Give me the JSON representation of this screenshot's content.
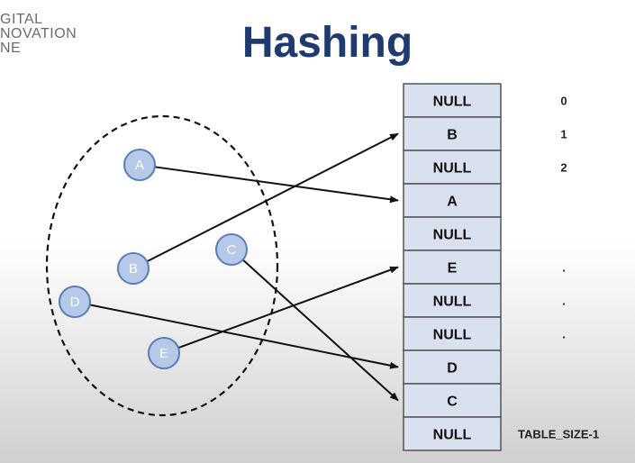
{
  "brand": {
    "line1": "GITAL",
    "line2": "NOVATION",
    "line3": "NE"
  },
  "title": "Hashing",
  "nodes": [
    {
      "id": "A",
      "label": "A"
    },
    {
      "id": "B",
      "label": "B"
    },
    {
      "id": "C",
      "label": "C"
    },
    {
      "id": "D",
      "label": "D"
    },
    {
      "id": "E",
      "label": "E"
    }
  ],
  "table": [
    {
      "slot": 0,
      "value": "NULL"
    },
    {
      "slot": 1,
      "value": "B"
    },
    {
      "slot": 2,
      "value": "NULL"
    },
    {
      "slot": 3,
      "value": "A"
    },
    {
      "slot": 4,
      "value": "NULL"
    },
    {
      "slot": 5,
      "value": "E"
    },
    {
      "slot": 6,
      "value": "NULL"
    },
    {
      "slot": 7,
      "value": "NULL"
    },
    {
      "slot": 8,
      "value": "D"
    },
    {
      "slot": 9,
      "value": "C"
    },
    {
      "slot": 10,
      "value": "NULL"
    }
  ],
  "indices": [
    {
      "slot": 0,
      "label": "0"
    },
    {
      "slot": 1,
      "label": "1"
    },
    {
      "slot": 2,
      "label": "2"
    },
    {
      "slot": 5,
      "label": "."
    },
    {
      "slot": 6,
      "label": "."
    },
    {
      "slot": 7,
      "label": "."
    },
    {
      "slot": 10,
      "label": "TABLE_SIZE-1"
    }
  ],
  "mappings": [
    {
      "from": "A",
      "to_slot": 3
    },
    {
      "from": "B",
      "to_slot": 1
    },
    {
      "from": "C",
      "to_slot": 9
    },
    {
      "from": "D",
      "to_slot": 8
    },
    {
      "from": "E",
      "to_slot": 5
    }
  ]
}
